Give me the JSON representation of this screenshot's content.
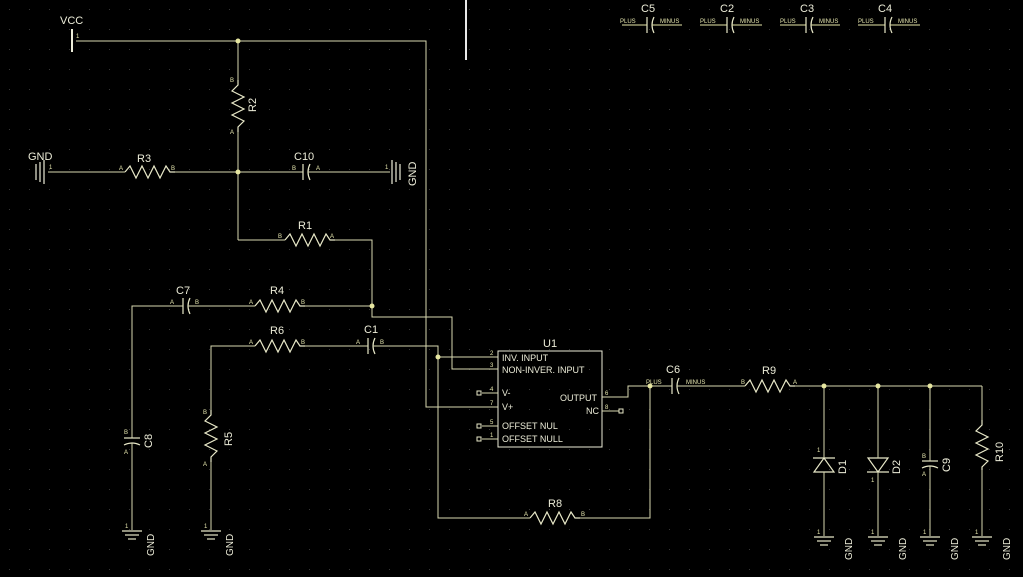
{
  "labels": {
    "vcc": "VCC",
    "gnd": "GND",
    "pin1": "1",
    "pin_a": "A",
    "pin_b": "B",
    "plus": "PLUS",
    "minus": "MINUS"
  },
  "components": {
    "r1": "R1",
    "r2": "R2",
    "r3": "R3",
    "r4": "R4",
    "r5": "R5",
    "r6": "R6",
    "r8": "R8",
    "r9": "R9",
    "r10": "R10",
    "c1": "C1",
    "c2": "C2",
    "c3": "C3",
    "c4": "C4",
    "c5": "C5",
    "c6": "C6",
    "c7": "C7",
    "c8": "C8",
    "c9": "C9",
    "c10": "C10",
    "d1": "D1",
    "d2": "D2",
    "u1": "U1"
  },
  "u1": {
    "pins": [
      {
        "num": "2",
        "name": "INV. INPUT"
      },
      {
        "num": "3",
        "name": "NON-INVER. INPUT"
      },
      {
        "num": "4",
        "name": "V-"
      },
      {
        "num": "7",
        "name": "V+"
      },
      {
        "num": "5",
        "name": "OFFSET NUL"
      },
      {
        "num": "1",
        "name": "OFFSET NULL"
      }
    ],
    "out_num": "6",
    "out_name": "OUTPUT",
    "nc_num": "8",
    "nc_name": "NC"
  }
}
